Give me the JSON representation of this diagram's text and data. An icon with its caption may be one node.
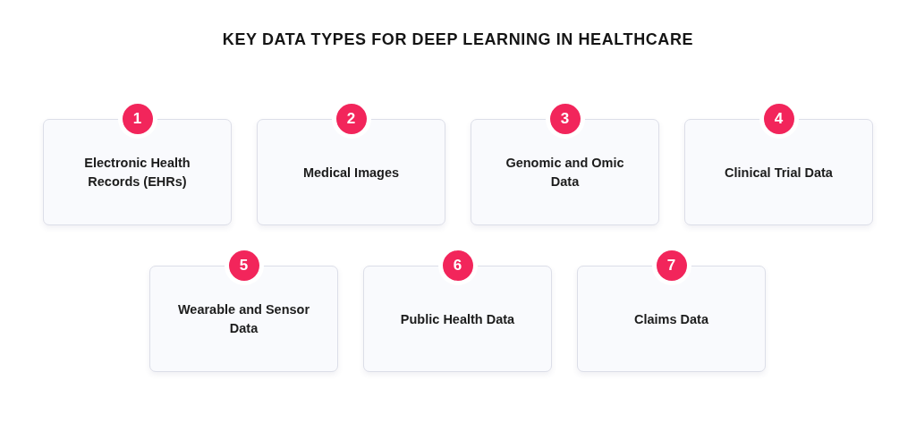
{
  "diagram": {
    "title": "KEY DATA TYPES FOR DEEP LEARNING IN HEALTHCARE",
    "nodes": [
      {
        "text": [
          "1",
          "Electronic Health Records (EHRs)"
        ]
      },
      {
        "text": [
          "2",
          "Medical Images"
        ]
      },
      {
        "text": [
          "3",
          "Genomic and Omic Data"
        ]
      },
      {
        "text": [
          "4",
          "Clinical Trial Data"
        ]
      },
      {
        "text": [
          "5",
          "Wearable and Sensor Data"
        ]
      },
      {
        "text": [
          "6",
          "Public Health Data"
        ]
      },
      {
        "text": [
          "7",
          "Claims Data"
        ]
      }
    ]
  }
}
